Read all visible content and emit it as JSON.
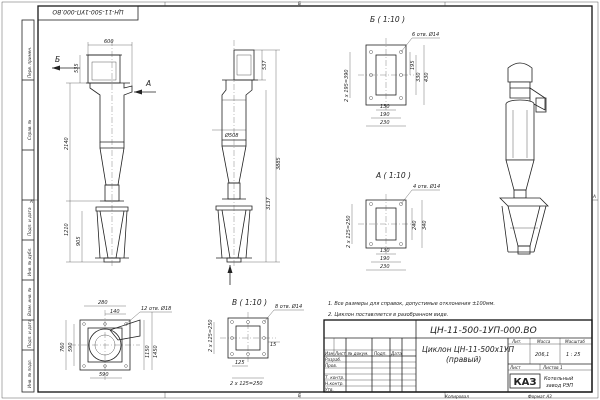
{
  "stamp": {
    "code_rotated": "ЦН-11-500-1УП-000.ВО"
  },
  "side_strip": [
    "Перв. примен.",
    "Справ. №",
    "Подп. и дата",
    "Инв. № дубл.",
    "Взам. инв. №",
    "Подп. и дата",
    "Инв. № подл."
  ],
  "arrows": {
    "b": "Б",
    "a": "А"
  },
  "front_dims": {
    "w600": "600",
    "d535": "535",
    "d2140": "2140",
    "d1210": "1210",
    "d905": "905"
  },
  "side_dims": {
    "d537": "537",
    "d3885": "3885",
    "d3137": "3137",
    "dia508": "Ø508"
  },
  "view_b": {
    "title": "Б ( 1:10 )",
    "holes": "6 отв. Ø14",
    "v195": "195",
    "v2x195": "2 х 195=390",
    "v330": "330",
    "v430": "430",
    "v130": "130",
    "v190": "190",
    "v230": "230"
  },
  "view_a": {
    "title": "А ( 1:10 )",
    "holes": "4 отв. Ø14",
    "v2x125": "2 х 125=250",
    "v240": "240",
    "v340": "340",
    "v130": "130",
    "v190": "190",
    "v230": "230"
  },
  "view_v": {
    "title": "В ( 1:10 )",
    "holes": "8 отв. Ø14",
    "v2x125": "2 х 125=250",
    "v125": "125",
    "v2x125b": "2 х 125=250",
    "v15": "15"
  },
  "base_plan": {
    "holes": "12 отв. Ø18",
    "v280": "280",
    "v140": "140",
    "v590": "590",
    "v760": "760",
    "v1150": "1150",
    "v1450": "1450",
    "v590b": "590"
  },
  "notes": [
    "1. Все размеры для справок, допустимые отклонения ±100мм.",
    "2. Циклон поставляется в разобранном виде."
  ],
  "title_block": {
    "code": "ЦН-11-500-1УП-000.ВО",
    "name_line1": "Циклон ЦН-11-500х1УП",
    "name_line2": "(правый)",
    "col_lit": "Лит.",
    "col_mass": "Масса",
    "col_scale": "Масштаб",
    "mass": "206,1",
    "scale": "1 : 25",
    "sheet": "Лист",
    "sheets": "Листов 1",
    "rows": [
      "Изм.",
      "Лист",
      "№ докум.",
      "Подп.",
      "Дата"
    ],
    "roles": [
      "Разраб.",
      "Пров.",
      "Т. контр.",
      "Н.контр.",
      "Утв."
    ],
    "logo": "КАЗ",
    "org_line1": "Котельный",
    "org_line2": "завод РЭП"
  },
  "footer": {
    "copied": "Копировал",
    "format": "Формат А3"
  },
  "edge_markers": {
    "a_left": "А",
    "a_right": "А",
    "b_top": "Б",
    "b_bottom": "Б"
  }
}
